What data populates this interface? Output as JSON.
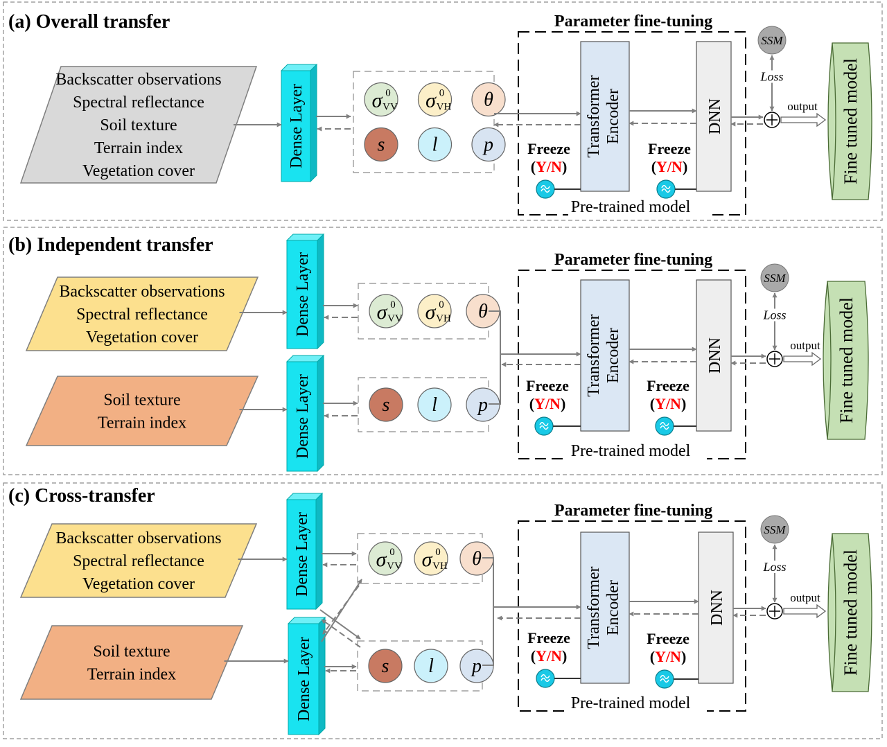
{
  "panels": [
    {
      "id": "a",
      "title": "(a) Overall transfer",
      "inputs": [
        {
          "lines": [
            "Backscatter observations",
            "Spectral reflectance",
            "Soil texture",
            "Terrain index",
            "Vegetation cover"
          ],
          "fill": "#d9d9d9"
        }
      ]
    },
    {
      "id": "b",
      "title": "(b) Independent transfer",
      "inputs": [
        {
          "lines": [
            "Backscatter observations",
            "Spectral reflectance",
            "Vegetation cover"
          ],
          "fill": "#fce08e"
        },
        {
          "lines": [
            "Soil texture",
            "Terrain index"
          ],
          "fill": "#f2b084"
        }
      ]
    },
    {
      "id": "c",
      "title": "(c) Cross-transfer",
      "inputs": [
        {
          "lines": [
            "Backscatter observations",
            "Spectral reflectance",
            "Vegetation cover"
          ],
          "fill": "#fce08e"
        },
        {
          "lines": [
            "Soil texture",
            "Terrain index"
          ],
          "fill": "#f2b084"
        }
      ]
    }
  ],
  "labels": {
    "dense_layer": "Dense Layer",
    "fine_tuning": "Parameter fine-tuning",
    "transformer_line1": "Transformer",
    "transformer_line2": "Encoder",
    "dnn": "DNN",
    "freeze": "Freeze",
    "freeze_open": "(",
    "freeze_yn": "Y/N",
    "freeze_close": ")",
    "pretrained": "Pre-trained model",
    "ssm": "SSM",
    "loss": "Loss",
    "output": "output",
    "fine_tuned": "Fine tuned model"
  },
  "variables": {
    "sigma": "σ",
    "sup": "0",
    "vv": "VV",
    "vh": "VH",
    "theta": "θ",
    "s": "s",
    "l": "l",
    "p": "p"
  },
  "colors": {
    "dense_face": "#19e3f0",
    "dense_side": "#0fb9c4",
    "sigma_vv": "#dcebd3",
    "sigma_vh": "#fcefc8",
    "theta": "#f8dfcd",
    "s": "#c87a62",
    "l": "#cbf1fb",
    "p": "#d8e4f2",
    "transformer": "#dbe7f4",
    "dnn": "#eeeeee",
    "ssm": "#a9a9a9",
    "fine_tuned": "#c5e0b4",
    "freeze_yn": "#ff0000",
    "freeze_icon": "#19c9e6",
    "arrow": "#808080"
  }
}
